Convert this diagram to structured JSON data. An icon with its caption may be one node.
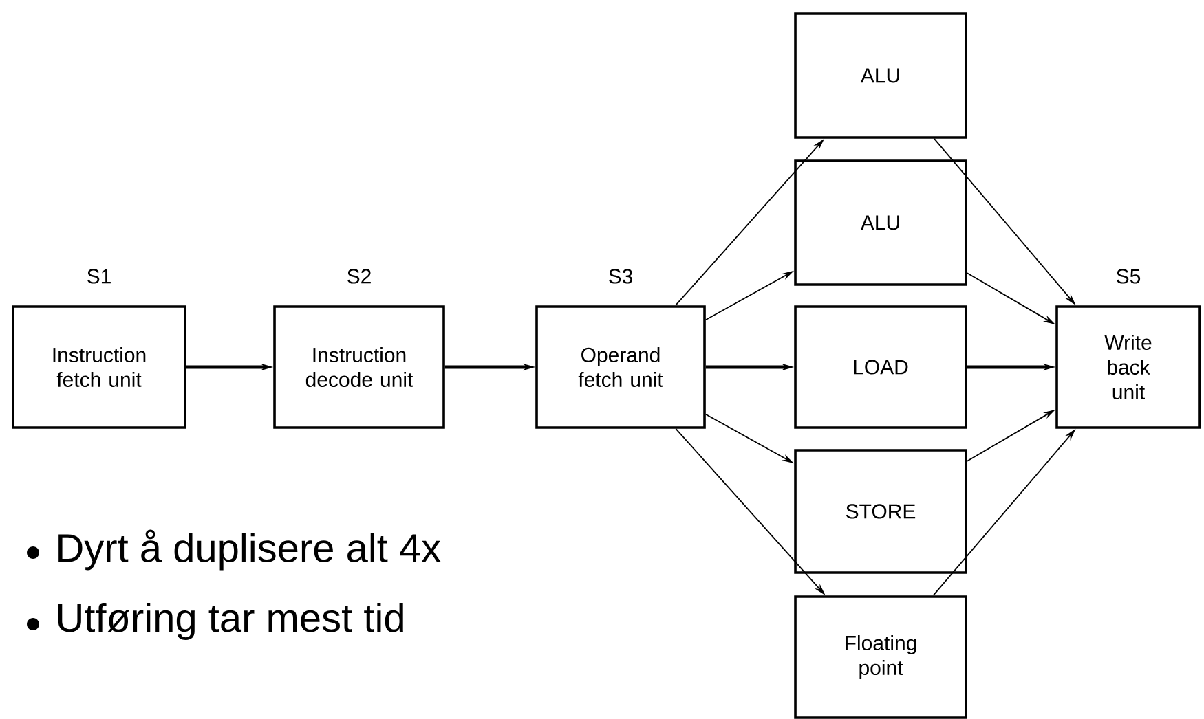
{
  "diagram": {
    "nodes": [
      {
        "text": [
          "Instruction fetch unit"
        ],
        "beside": [
          "S1"
        ]
      },
      {
        "text": [
          "Instruction decode unit"
        ],
        "beside": [
          "S2"
        ]
      },
      {
        "text": [
          "Operand fetch unit"
        ],
        "beside": [
          "S3"
        ]
      },
      {
        "text": [
          "ALU"
        ]
      },
      {
        "text": [
          "ALU"
        ]
      },
      {
        "text": [
          "LOAD"
        ]
      },
      {
        "text": [
          "STORE"
        ]
      },
      {
        "text": [
          "Floating point"
        ]
      },
      {
        "text": [
          "Write back unit"
        ],
        "beside": [
          "S5"
        ]
      }
    ],
    "edges": [
      {
        "from": 0,
        "to": 1,
        "arrow": "to",
        "style": "thick"
      },
      {
        "from": 1,
        "to": 2,
        "arrow": "to",
        "style": "thick"
      },
      {
        "from": 2,
        "to": 3,
        "arrow": "to"
      },
      {
        "from": 2,
        "to": 4,
        "arrow": "to"
      },
      {
        "from": 2,
        "to": 5,
        "arrow": "to",
        "style": "thick"
      },
      {
        "from": 2,
        "to": 6,
        "arrow": "to"
      },
      {
        "from": 2,
        "to": 7,
        "arrow": "to"
      },
      {
        "from": 3,
        "to": 8,
        "arrow": "to"
      },
      {
        "from": 4,
        "to": 8,
        "arrow": "to"
      },
      {
        "from": 5,
        "to": 8,
        "arrow": "to",
        "style": "thick"
      },
      {
        "from": 6,
        "to": 8,
        "arrow": "to"
      },
      {
        "from": 7,
        "to": 8,
        "arrow": "to"
      }
    ],
    "labels": [
      "Dyrt å duplisere alt 4x",
      "Utføring tar mest tid"
    ]
  }
}
